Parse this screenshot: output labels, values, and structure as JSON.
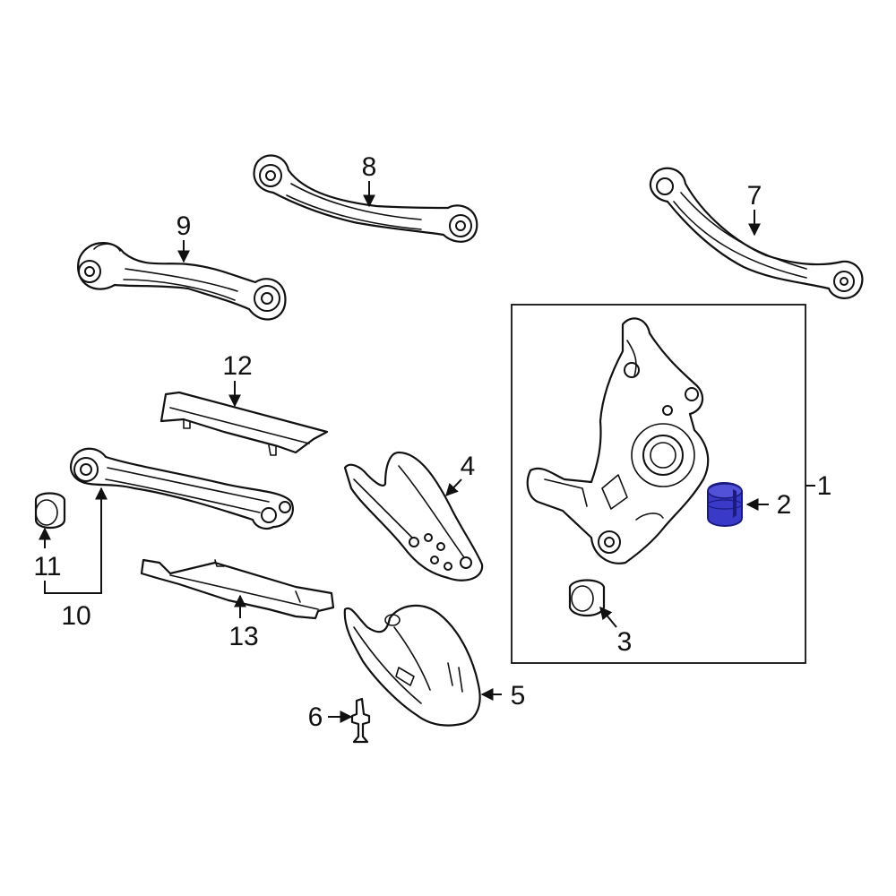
{
  "colors": {
    "line": "#111111",
    "background": "#ffffff",
    "highlight": "#3a3ac8",
    "highlight_dark": "#1a1a80"
  },
  "callouts": {
    "c1": "1",
    "c2": "2",
    "c3": "3",
    "c4": "4",
    "c5": "5",
    "c6": "6",
    "c7": "7",
    "c8": "8",
    "c9": "9",
    "c10": "10",
    "c11": "11",
    "c12": "12",
    "c13": "13"
  }
}
